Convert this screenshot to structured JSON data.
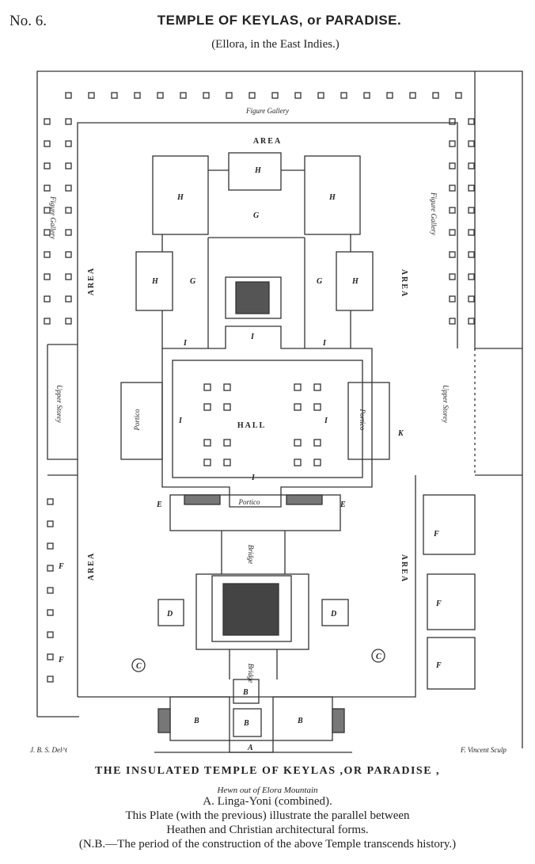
{
  "header": {
    "plate_number": "No. 6.",
    "title": "TEMPLE OF KEYLAS, or PARADISE.",
    "subtitle": "(Ellora, in the East Indies.)"
  },
  "plan": {
    "figure_gallery_top": "Figure Gallery",
    "figure_gallery_left": "Figure Gallery",
    "figure_gallery_right": "Figure Gallery",
    "area_top": "AREA",
    "area_left_upper": "AREA",
    "area_right_upper": "AREA",
    "area_left_lower": "AREA",
    "area_right_lower": "AREA",
    "hall": "HALL",
    "portico_bottom": "Portico",
    "portico_left": "Portico",
    "portico_right": "Portico",
    "bridge_upper": "Bridge",
    "bridge_lower": "Bridge",
    "upper_storey_left": "Upper Storey",
    "upper_storey_right": "Upper Storey",
    "letters": {
      "h_top": "H",
      "h_left_top": "H",
      "h_right_top": "H",
      "h_left": "H",
      "h_right": "H",
      "g_top": "G",
      "g_left": "G",
      "g_right": "G",
      "i_top": "I",
      "i_left_top": "I",
      "i_right_top": "I",
      "i_left": "I",
      "i_right": "I",
      "i_bottom": "I",
      "k": "K",
      "e_left": "E",
      "e_right": "E",
      "d_left": "D",
      "d_right": "D",
      "c_left": "C",
      "c_right": "C",
      "b_top": "B",
      "b_center": "B",
      "b_left": "B",
      "b_right": "B",
      "a": "A",
      "f_left_1": "F",
      "f_left_2": "F",
      "f_right_1": "F",
      "f_right_2": "F",
      "f_right_3": "F"
    }
  },
  "credits": {
    "left": "J. B. S. Del^t",
    "right": "F. Vincent Sculp"
  },
  "caption": {
    "title": "THE INSULATED TEMPLE OF KEYLAS ,OR PARADISE ,",
    "subtitle": "Hewn out of Elora Mountain",
    "legend_a": "A.   Linga-Yoni (combined).",
    "line1": "This Plate (with the previous) illustrate the parallel between",
    "line2": "Heathen  and Christian architectural forms.",
    "note": "(N.B.—The period of the construction of the above Temple transcends history.)"
  }
}
